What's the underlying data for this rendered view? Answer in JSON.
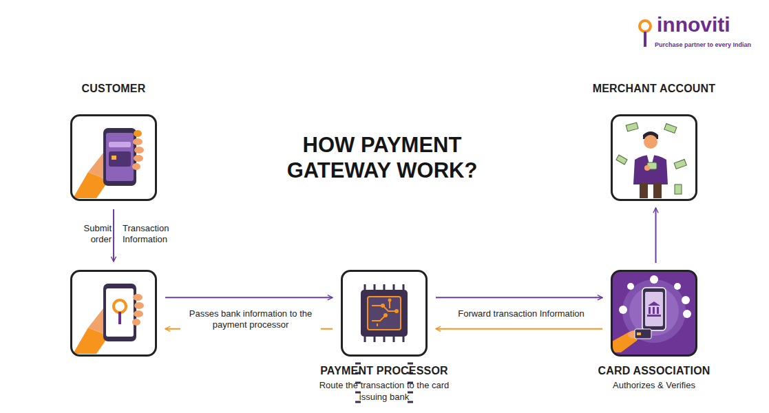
{
  "diagram": {
    "title": "HOW PAYMENT GATEWAY WORK?",
    "nodes": [
      {
        "text": [
          "CUSTOMER"
        ]
      },
      {
        "text": []
      },
      {
        "text": [
          "PAYMENT PROCESSOR",
          "Route the transaction to the card issuing bank"
        ]
      },
      {
        "text": [
          "CARD ASSOCIATION",
          "Authorizes & Verifies"
        ]
      },
      {
        "text": [
          "MERCHANT ACCOUNT"
        ]
      }
    ],
    "edges": [
      {
        "from": 0,
        "to": 1,
        "label": "Submit order",
        "arrow": "to"
      },
      {
        "from": 1,
        "to": 2,
        "label": "Passes bank information to the payment processor",
        "arrow": "to"
      },
      {
        "from": 2,
        "to": 1,
        "arrow": "to"
      },
      {
        "from": 2,
        "to": 3,
        "label": "Forward transaction Information",
        "arrow": "to"
      },
      {
        "from": 3,
        "to": 2,
        "arrow": "to"
      },
      {
        "from": 3,
        "to": 4,
        "arrow": "to"
      }
    ],
    "labels": [
      "innoviti",
      "Purchase partner to every Indian",
      "Transaction Information"
    ]
  }
}
